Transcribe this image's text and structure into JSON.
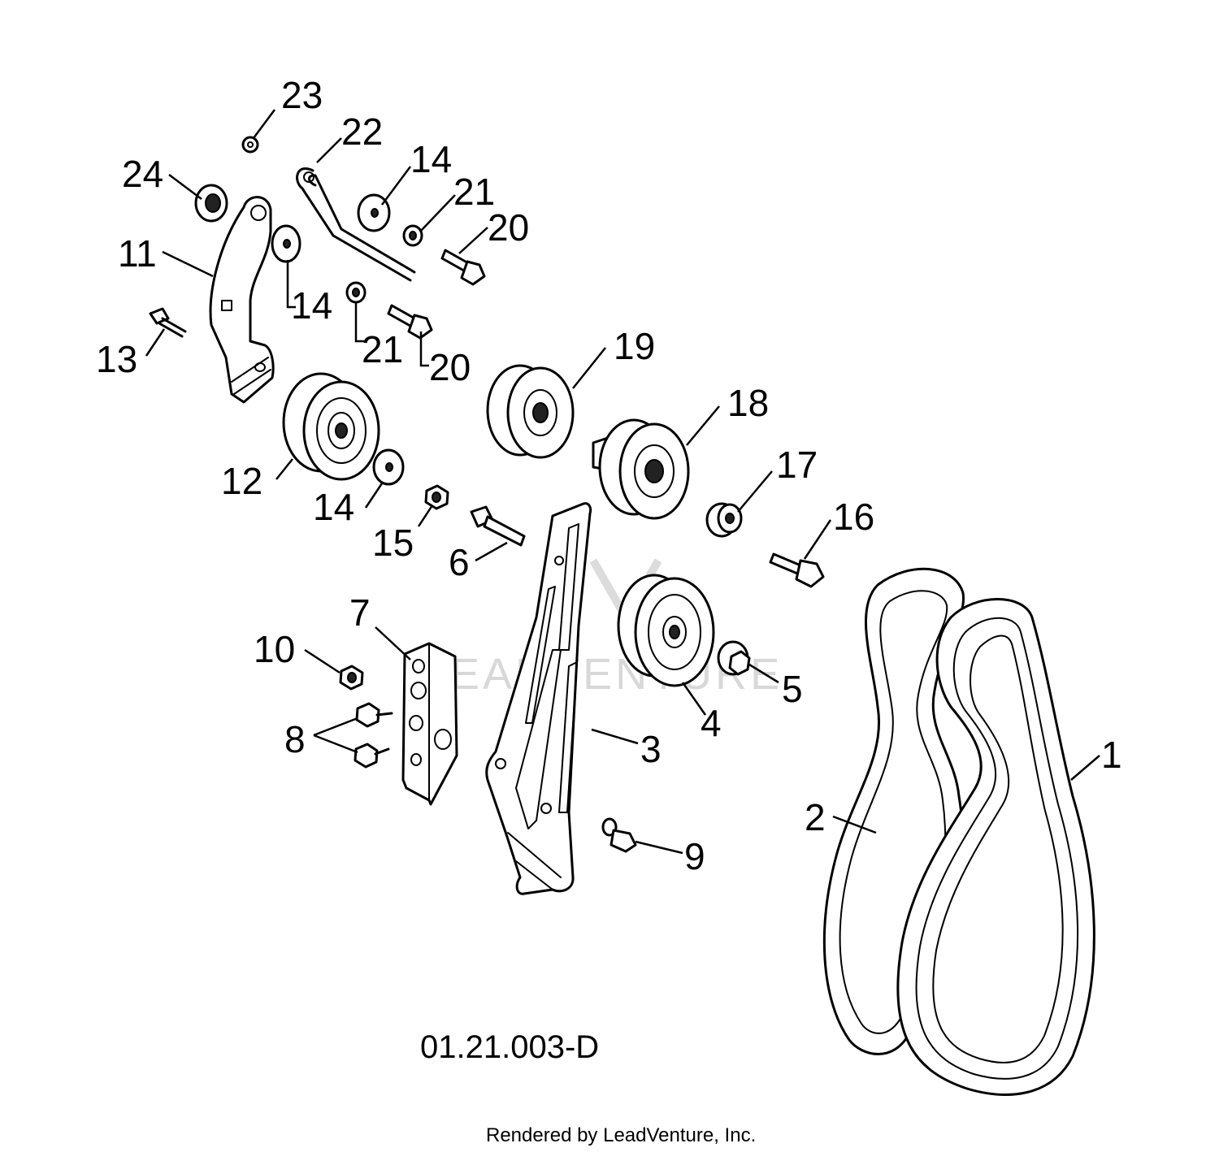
{
  "drawing": {
    "drawing_id": "01.21.003-D",
    "credit": "Rendered by LeadVenture, Inc.",
    "watermark": "LEADVENTURE"
  },
  "callouts": {
    "c1": "1",
    "c2": "2",
    "c3": "3",
    "c4": "4",
    "c5": "5",
    "c6": "6",
    "c7": "7",
    "c8": "8",
    "c9": "9",
    "c10": "10",
    "c11": "11",
    "c12": "12",
    "c13": "13",
    "c14a": "14",
    "c14b": "14",
    "c14c": "14",
    "c15": "15",
    "c16": "16",
    "c17": "17",
    "c18": "18",
    "c19": "19",
    "c20a": "20",
    "c20b": "20",
    "c21a": "21",
    "c21b": "21",
    "c22": "22",
    "c23": "23",
    "c24": "24"
  }
}
